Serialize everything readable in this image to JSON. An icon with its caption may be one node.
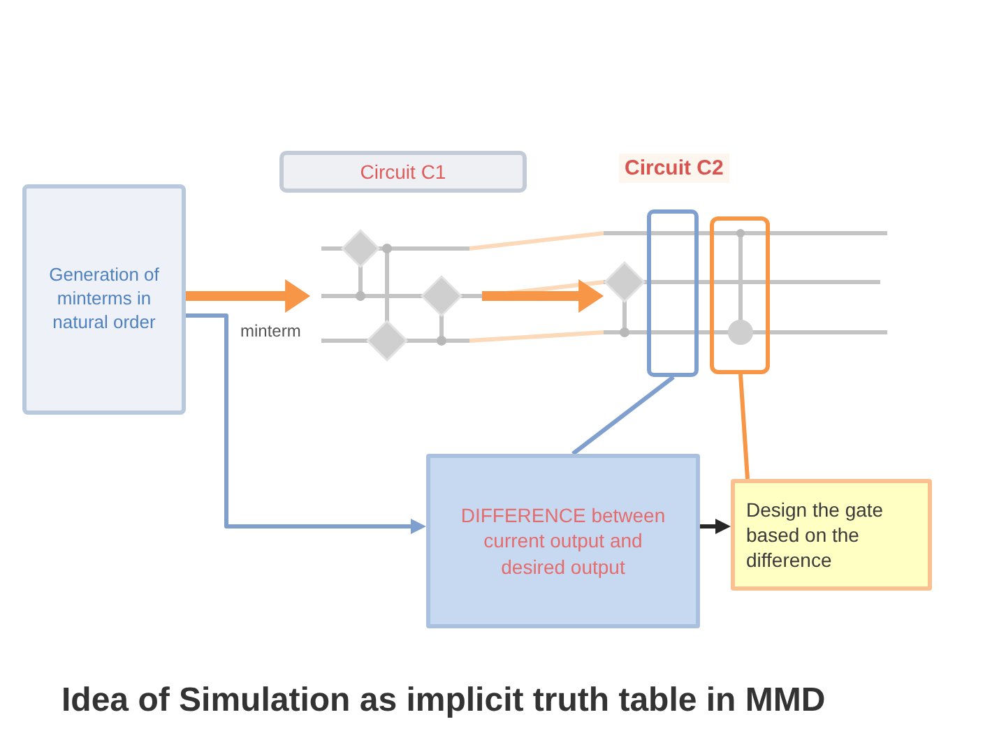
{
  "diagram": {
    "title": "Idea of Simulation as implicit truth table in MMD",
    "nodes": [
      {
        "text": [
          "Generation of minterms in natural order"
        ]
      },
      {
        "text": [
          "Circuit C1"
        ]
      },
      {
        "text": [],
        "shape": "picture"
      },
      {
        "text": [],
        "shape": "picture"
      },
      {
        "text": [],
        "shape": "box"
      },
      {
        "text": [],
        "shape": "box"
      },
      {
        "text": [
          "DIFFERENCE between current output and desired output"
        ]
      },
      {
        "text": [
          "Design the gate based on the difference"
        ]
      }
    ],
    "edges": [
      {
        "from": 0,
        "to": 2,
        "arrow": "to",
        "label": "minterm",
        "style": "thick",
        "color": "#f79646"
      },
      {
        "from": 2,
        "to": 3,
        "arrow": "to",
        "style": "thick",
        "color": "#f79646"
      },
      {
        "from": 4,
        "to": 6,
        "arrow": "none",
        "color": "#7f9fcf"
      },
      {
        "from": 5,
        "to": 7,
        "arrow": "none",
        "color": "#f79646"
      },
      {
        "from": 0,
        "to": 6,
        "arrow": "to",
        "color": "#7f9fcf"
      },
      {
        "from": 6,
        "to": 7,
        "arrow": "to",
        "color": "#262626"
      }
    ],
    "labels": [
      "Circuit C2"
    ]
  }
}
